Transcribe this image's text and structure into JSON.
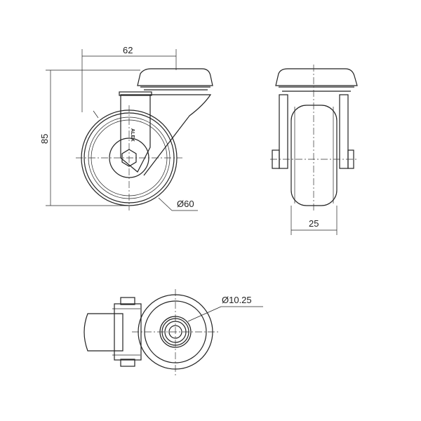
{
  "dimensions": {
    "width": "62",
    "height": "85",
    "wheel_diameter": "Ø60",
    "wheel_width": "25",
    "bore_diameter": "Ø10.25"
  },
  "logo_text": "ALEX",
  "colors": {
    "line": "#222222",
    "background": "#ffffff"
  }
}
